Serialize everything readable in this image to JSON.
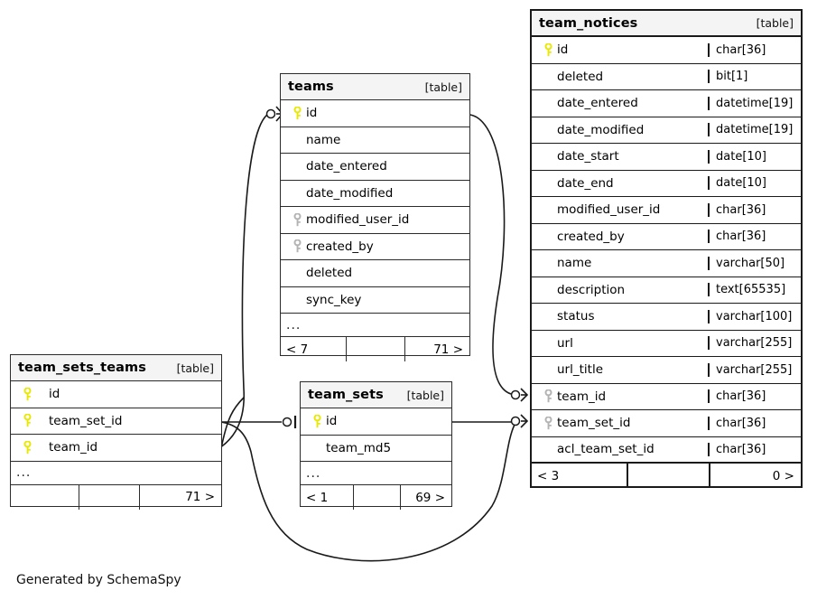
{
  "diagram": {
    "credit": "Generated by SchemaSpy",
    "table_tag": "[table]",
    "ellipsis": "...",
    "colors": {
      "primary_key": "#e8e800",
      "foreign_key": "#b3b3b3",
      "border": "#1a1a1a",
      "header_bg": "#f4f4f4",
      "background": "#ffffff"
    }
  },
  "tables": [
    {
      "name": "team_notices",
      "tag": "[table]",
      "columns": [
        {
          "key": "primary",
          "name": "id",
          "type": "char[36]"
        },
        {
          "key": "none",
          "name": "deleted",
          "type": "bit[1]"
        },
        {
          "key": "none",
          "name": "date_entered",
          "type": "datetime[19]"
        },
        {
          "key": "none",
          "name": "date_modified",
          "type": "datetime[19]"
        },
        {
          "key": "none",
          "name": "date_start",
          "type": "date[10]"
        },
        {
          "key": "none",
          "name": "date_end",
          "type": "date[10]"
        },
        {
          "key": "none",
          "name": "modified_user_id",
          "type": "char[36]"
        },
        {
          "key": "none",
          "name": "created_by",
          "type": "char[36]"
        },
        {
          "key": "none",
          "name": "name",
          "type": "varchar[50]"
        },
        {
          "key": "none",
          "name": "description",
          "type": "text[65535]"
        },
        {
          "key": "none",
          "name": "status",
          "type": "varchar[100]"
        },
        {
          "key": "none",
          "name": "url",
          "type": "varchar[255]"
        },
        {
          "key": "none",
          "name": "url_title",
          "type": "varchar[255]"
        },
        {
          "key": "foreign",
          "name": "team_id",
          "type": "char[36]"
        },
        {
          "key": "foreign",
          "name": "team_set_id",
          "type": "char[36]"
        },
        {
          "key": "none",
          "name": "acl_team_set_id",
          "type": "char[36]"
        }
      ],
      "has_ellipsis_row": false,
      "footer": {
        "left": "< 3",
        "middle": "",
        "right": "0 >"
      }
    },
    {
      "name": "teams",
      "tag": "[table]",
      "columns": [
        {
          "key": "primary",
          "name": "id",
          "type": ""
        },
        {
          "key": "none",
          "name": "name",
          "type": ""
        },
        {
          "key": "none",
          "name": "date_entered",
          "type": ""
        },
        {
          "key": "none",
          "name": "date_modified",
          "type": ""
        },
        {
          "key": "foreign",
          "name": "modified_user_id",
          "type": ""
        },
        {
          "key": "foreign",
          "name": "created_by",
          "type": ""
        },
        {
          "key": "none",
          "name": "deleted",
          "type": ""
        },
        {
          "key": "none",
          "name": "sync_key",
          "type": ""
        }
      ],
      "has_ellipsis_row": true,
      "footer": {
        "left": "< 7",
        "middle": "",
        "right": "71 >"
      }
    },
    {
      "name": "team_sets_teams",
      "tag": "[table]",
      "columns": [
        {
          "key": "primary",
          "name": "id",
          "type": ""
        },
        {
          "key": "primary",
          "name": "team_set_id",
          "type": ""
        },
        {
          "key": "primary",
          "name": "team_id",
          "type": ""
        }
      ],
      "has_ellipsis_row": true,
      "footer": {
        "left": "",
        "middle": "",
        "right": "71 >"
      }
    },
    {
      "name": "team_sets",
      "tag": "[table]",
      "columns": [
        {
          "key": "primary",
          "name": "id",
          "type": ""
        },
        {
          "key": "none",
          "name": "team_md5",
          "type": ""
        }
      ],
      "has_ellipsis_row": true,
      "footer": {
        "left": "< 1",
        "middle": "",
        "right": "69 >"
      }
    }
  ],
  "relationships": [
    {
      "from": "teams.id",
      "to": "team_sets_teams.team_id",
      "from_card": "zero-or-many",
      "to_card": "many"
    },
    {
      "from": "teams.id",
      "to": "team_notices.team_id",
      "from_card": "one",
      "to_card": "zero-or-many"
    },
    {
      "from": "team_sets.id",
      "to": "team_sets_teams.team_set_id",
      "from_card": "zero-or-one",
      "to_card": "many"
    },
    {
      "from": "team_sets.id",
      "to": "team_notices.team_set_id",
      "from_card": "one",
      "to_card": "zero-or-many"
    }
  ]
}
